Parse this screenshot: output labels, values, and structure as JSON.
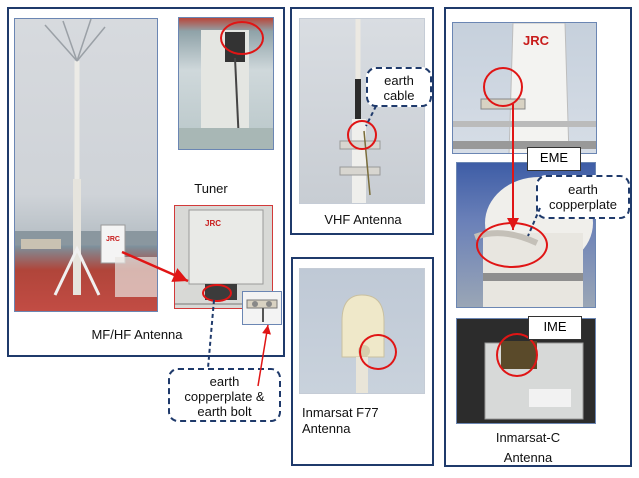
{
  "labels": {
    "mfhf": "MF/HF Antenna",
    "tuner": "Tuner",
    "vhf": "VHF Antenna",
    "inmarsat_f77_line1": "Inmarsat F77",
    "inmarsat_f77_line2": "Antenna",
    "inmarsat_c_line1": "Inmarsat-C",
    "inmarsat_c_line2": "Antenna",
    "eme": "EME",
    "ime": "IME",
    "jrc_logo": "JRC"
  },
  "callouts": {
    "vhf_earth_cable_line1": "earth",
    "vhf_earth_cable_line2": "cable",
    "mfhf_earth_line1": "earth",
    "mfhf_earth_line2": "copperplate &",
    "mfhf_earth_line3": "earth bolt",
    "inmc_earth_line1": "earth",
    "inmc_earth_line2": "copperplate"
  },
  "colors": {
    "panel_border": "#1f3a6b",
    "highlight": "#e01515",
    "callout_border": "#1f3a6b"
  }
}
